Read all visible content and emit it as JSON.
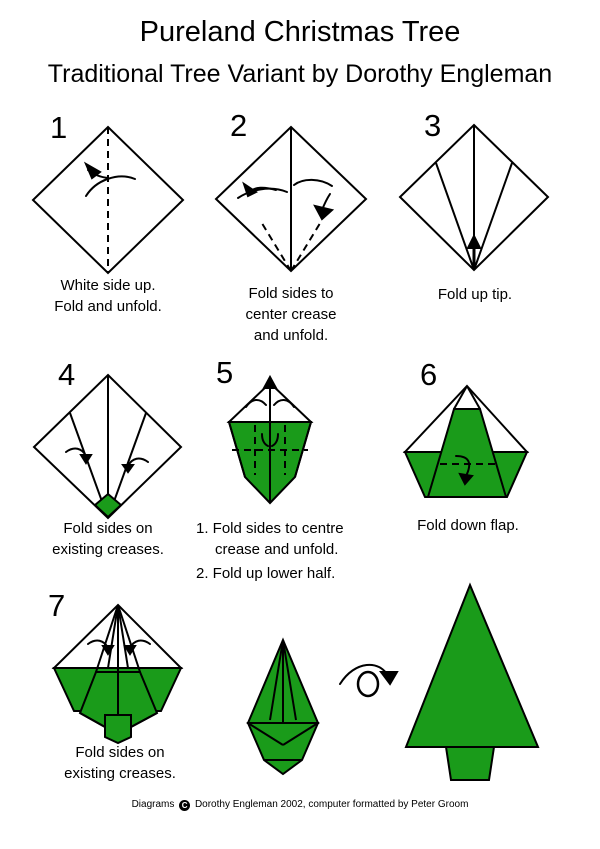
{
  "title": "Pureland Christmas Tree",
  "subtitle": "Traditional Tree Variant by Dorothy Engleman",
  "steps": [
    {
      "number": "1",
      "lines": [
        "White side up.",
        "Fold and unfold."
      ]
    },
    {
      "number": "2",
      "lines": [
        "Fold sides to",
        "center crease",
        "and unfold."
      ]
    },
    {
      "number": "3",
      "lines": [
        "Fold up tip."
      ]
    },
    {
      "number": "4",
      "lines": [
        "Fold sides on",
        "existing creases."
      ]
    },
    {
      "number": "5",
      "lines": [
        "1. Fold sides to centre",
        "crease and unfold.",
        "2. Fold up lower half."
      ]
    },
    {
      "number": "6",
      "lines": [
        "Fold down flap."
      ]
    },
    {
      "number": "7",
      "lines": [
        "Fold sides on",
        "existing creases."
      ]
    }
  ],
  "credit": {
    "before": "Diagrams",
    "symbol": "C",
    "after": "Dorothy Engleman 2002, computer formatted by Peter Groom"
  },
  "colors": {
    "paper_green": "#1a9b1a",
    "paper_white": "#ffffff",
    "line": "#000000"
  }
}
